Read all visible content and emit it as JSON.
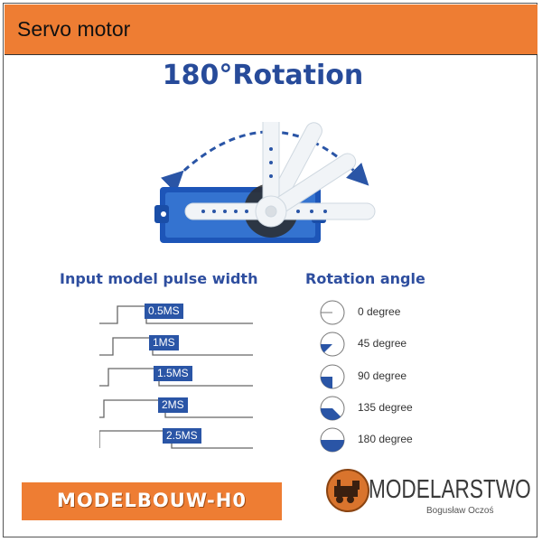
{
  "header": {
    "title": "Servo motor"
  },
  "diagram": {
    "title": "180°Rotation",
    "pulse_section_title": "Input model pulse width",
    "angle_section_title": "Rotation angle",
    "pulses": [
      {
        "label": "0.5MS",
        "width_ms": 0.5
      },
      {
        "label": "1MS",
        "width_ms": 1.0
      },
      {
        "label": "1.5MS",
        "width_ms": 1.5
      },
      {
        "label": "2MS",
        "width_ms": 2.0
      },
      {
        "label": "2.5MS",
        "width_ms": 2.5
      }
    ],
    "angles": [
      {
        "label": "0 degree",
        "degrees": 0
      },
      {
        "label": "45 degree",
        "degrees": 45
      },
      {
        "label": "90 degree",
        "degrees": 90
      },
      {
        "label": "135 degree",
        "degrees": 135
      },
      {
        "label": "180 degree",
        "degrees": 180
      }
    ]
  },
  "footer": {
    "brand": "MODELBOUW-H0",
    "logo_name": "MODELARSTWO",
    "logo_subtitle": "Bogusław Oczoś"
  },
  "colors": {
    "header": "#ee7d33",
    "accent_blue": "#2a55a6",
    "title_blue": "#274b9a"
  },
  "icons": [
    "rotation-arrow-icon",
    "servo-horn-icon",
    "pulse-wave-icon",
    "angle-pie-icon",
    "locomotive-logo-icon"
  ]
}
